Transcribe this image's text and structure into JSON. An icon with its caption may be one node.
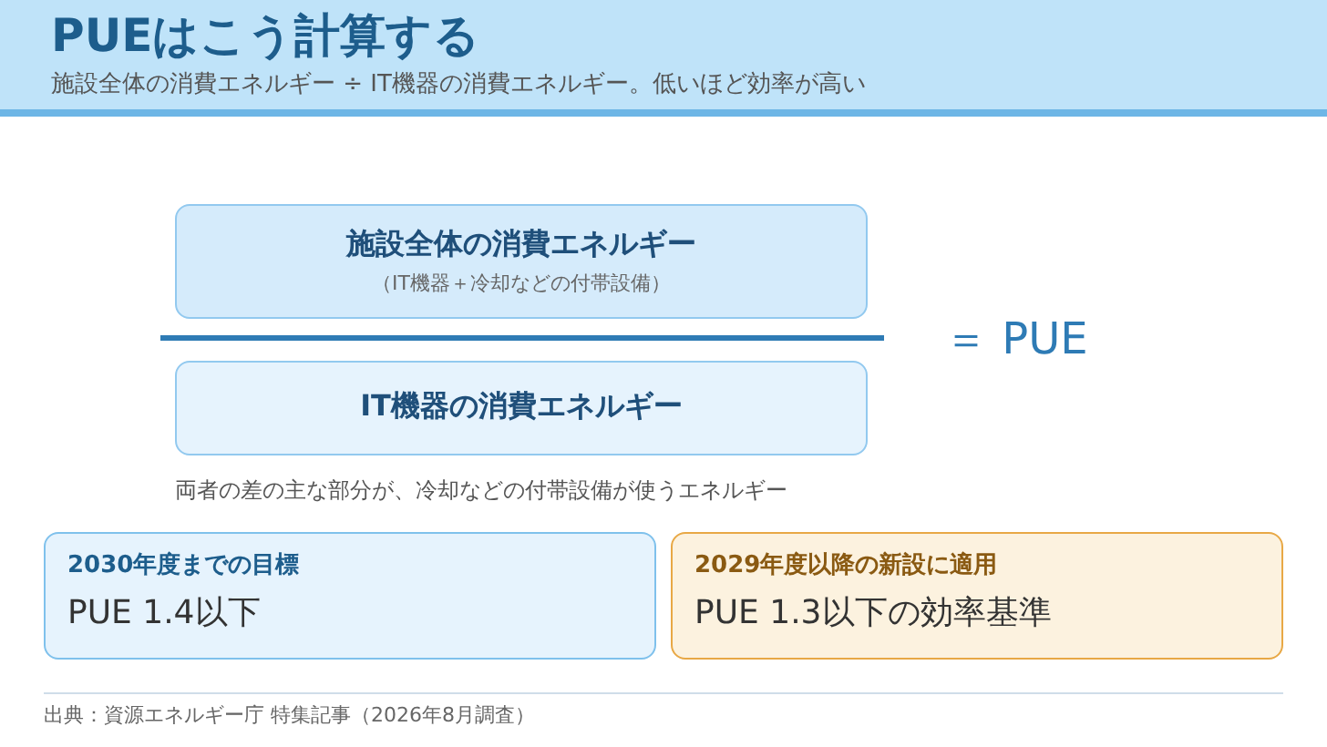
{
  "diagram": {
    "title": "PUEはこう計算する",
    "nodes": [
      {
        "text": [
          "施設全体の消費エネルギー",
          "（IT機器＋冷却などの付帯設備）"
        ]
      },
      {
        "text": [
          "IT機器の消費エネルギー"
        ]
      },
      {
        "text": [
          "2030年度までの目標",
          "PUE 1.4以下"
        ]
      },
      {
        "text": [
          "2029年度以降の新設に適用",
          "PUE 1.3以下の効率基準"
        ]
      }
    ],
    "labels": [
      "施設全体の消費エネルギー ÷ IT機器の消費エネルギー。低いほど効率が高い",
      "＝ PUE",
      "両者の差の主な部分が、冷却などの付帯設備が使うエネルギー",
      "出典：資源エネルギー庁 特集記事（2026年8月調査）"
    ]
  }
}
